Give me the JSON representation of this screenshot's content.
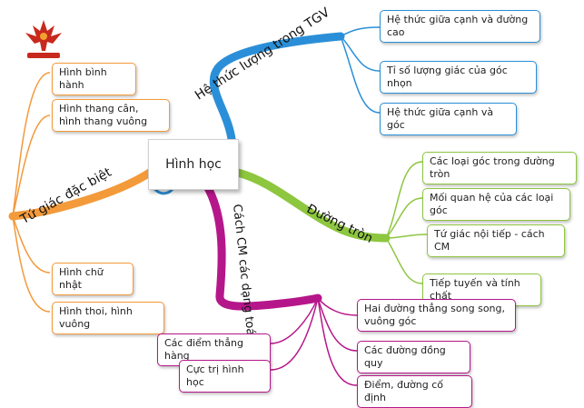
{
  "central": "Hình học",
  "branches": {
    "tgv": {
      "label": "Hệ thức lượng trong TGV",
      "color": "#2a8fd8",
      "children": [
        "Hệ thức giữa cạnh và đường cao",
        "Tỉ số lượng giác của góc nhọn",
        "Hệ thức giữa cạnh và góc"
      ]
    },
    "duong_tron": {
      "label": "Đường tròn",
      "color": "#8dc63f",
      "children": [
        "Các loại góc trong đường tròn",
        "Mối quan hệ của các loại góc",
        "Tứ giác nội tiếp - cách CM",
        "Tiếp tuyến và tính chất"
      ]
    },
    "tu_giac": {
      "label": "Tứ giác đặc biệt",
      "color": "#f39a3b",
      "children": [
        "Hình bình hành",
        "Hình thang cân, hình thang vuông",
        "Hình chữ nhật",
        "Hình thoi, hình vuông"
      ]
    },
    "cach_cm": {
      "label": "Cách CM các dạng toán gốc",
      "color": "#b5178a",
      "children_right": [
        "Hai đường thẳng song song, vuông góc",
        "Các đường đồng quy",
        "Điểm, đường cố định"
      ],
      "children_left": [
        "Các điểm thẳng hàng",
        "Cực trị hình học"
      ]
    }
  }
}
